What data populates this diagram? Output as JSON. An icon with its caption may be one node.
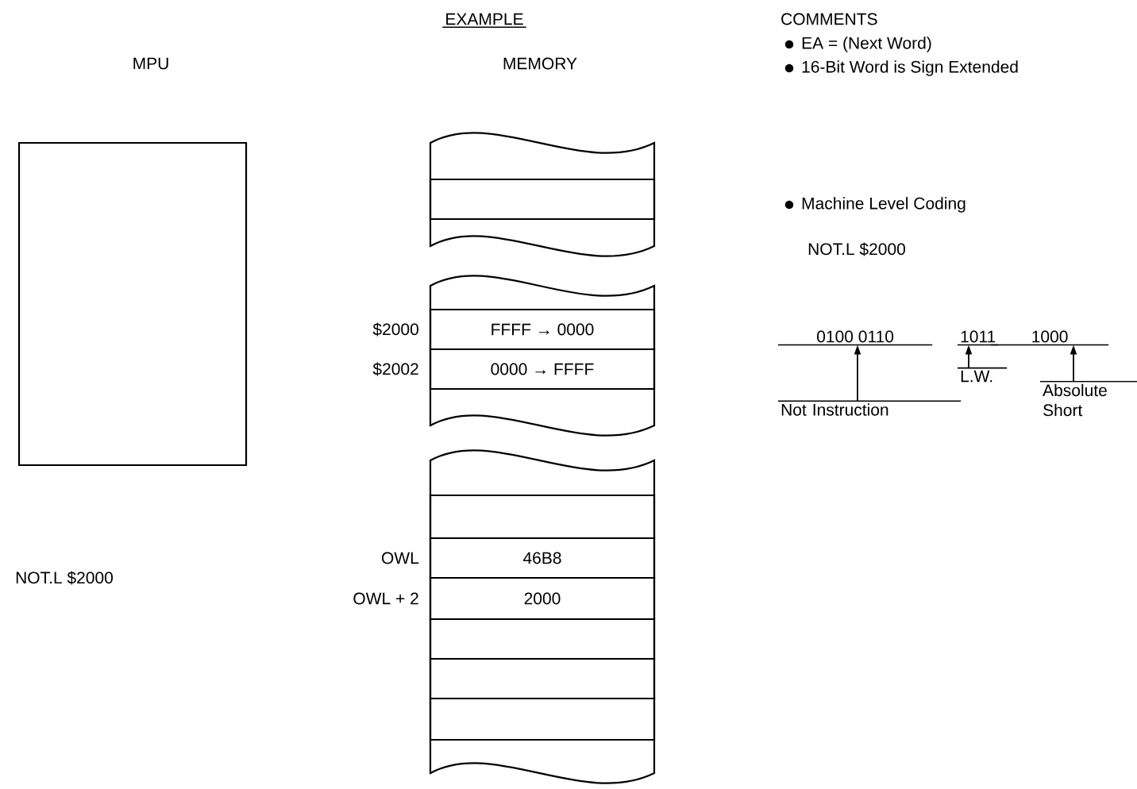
{
  "diagram": {
    "nodes": [
      {
        "text": [],
        "shape": "box"
      },
      {
        "text": [],
        "shape": "box"
      },
      {
        "text": [
          "FFFF → 0000"
        ],
        "beside": [
          "$2000"
        ]
      },
      {
        "text": [
          "0000 → FFFF"
        ],
        "beside": [
          "$2002"
        ]
      },
      {
        "text": [],
        "shape": "box"
      },
      {
        "text": [
          "46B8"
        ],
        "beside": [
          "OWL"
        ]
      },
      {
        "text": [
          "2000"
        ],
        "beside": [
          "OWL + 2"
        ]
      },
      {
        "text": [],
        "shape": "box"
      },
      {
        "text": [],
        "shape": "box"
      },
      {
        "text": [],
        "shape": "box"
      },
      {
        "text": [
          "0100 0110"
        ]
      },
      {
        "text": [
          "1011"
        ]
      },
      {
        "text": [
          "1000"
        ]
      },
      {
        "text": [
          "L.W."
        ]
      },
      {
        "text": [
          "Not Instruction"
        ]
      },
      {
        "text": [
          "Absolute Short"
        ]
      }
    ],
    "edges": [
      {
        "from": 14,
        "to": 10,
        "arrow": "to"
      },
      {
        "from": 13,
        "to": 11,
        "arrow": "to"
      },
      {
        "from": 15,
        "to": 12,
        "arrow": "to"
      }
    ],
    "labels": [
      "EXAMPLE",
      "COMMENTS",
      "EA = (Next Word)",
      "16-Bit Word is Sign Extended",
      "MPU",
      "MEMORY",
      "Machine Level Coding",
      "NOT.L $2000",
      "NOT.L $2000"
    ]
  }
}
